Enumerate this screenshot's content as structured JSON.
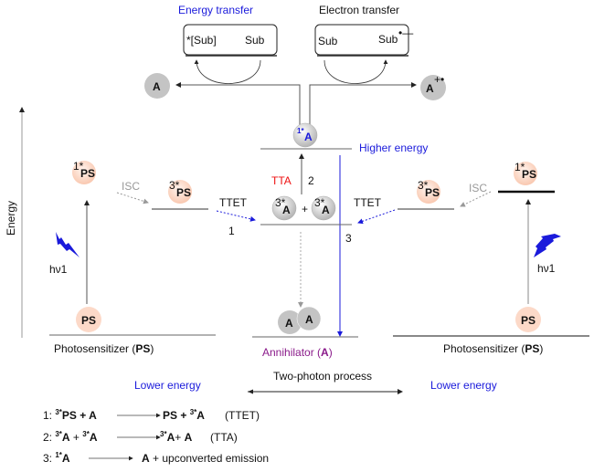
{
  "top": {
    "energy_transfer_label": "Energy transfer",
    "electron_transfer_label": "Electron transfer",
    "et_box": {
      "left": "*[Sub]",
      "right": "Sub"
    },
    "elt_box": {
      "left": "Sub",
      "right": "Sub",
      "right_sup": "•—"
    },
    "left_product": "A",
    "right_product": "A",
    "right_product_sup": "+•"
  },
  "axis": {
    "label": "Energy"
  },
  "center": {
    "singlet_a": {
      "sup": "1*",
      "base": "A"
    },
    "higher_energy": "Higher energy",
    "tta_label": "TTA",
    "step2": "2",
    "step3": "3",
    "triplet_a": {
      "sup": "3*",
      "base": "A"
    },
    "plus": "+",
    "ground_a1": "A",
    "ground_a2": "A",
    "annihilator_label": "Annihilator (",
    "annihilator_bold": "A",
    "annihilator_close": ")"
  },
  "left": {
    "singlet_ps": {
      "sup": "1*",
      "base": "PS"
    },
    "triplet_ps": {
      "sup": "3*",
      "base": "PS"
    },
    "ground_ps": "PS",
    "isc": "ISC",
    "ttet": "TTET",
    "step1": "1",
    "hv": "hν1",
    "label": "Photosensitizer (",
    "label_bold": "PS",
    "label_close": ")"
  },
  "right": {
    "singlet_ps": {
      "sup": "1*",
      "base": "PS"
    },
    "triplet_ps": {
      "sup": "3*",
      "base": "PS"
    },
    "ground_ps": "PS",
    "isc": "ISC",
    "ttet": "TTET",
    "hv": "hν1",
    "label": "Photosensitizer (",
    "label_bold": "PS",
    "label_close": ")"
  },
  "bottom": {
    "lower_energy_left": "Lower energy",
    "lower_energy_right": "Lower energy",
    "two_photon": "Two-photon process"
  },
  "equations": [
    {
      "num": "1:",
      "lhs": [
        {
          "sup": "3*",
          "t": "PS",
          "b": true
        },
        {
          "t": " + ",
          "b": true
        },
        {
          "t": "A",
          "b": true
        }
      ],
      "rhs": [
        {
          "t": "PS + ",
          "b": true
        },
        {
          "sup": "3*",
          "t": "A",
          "b": true
        }
      ],
      "note": "(TTET)"
    },
    {
      "num": "2:",
      "lhs": [
        {
          "sup": "3*",
          "t": "A",
          "b": true
        },
        {
          "t": " + ",
          "b": false
        },
        {
          "sup": "3*",
          "t": "A",
          "b": true
        }
      ],
      "rhs": [
        {
          "sup": "3*",
          "t": "A",
          "b": true
        },
        {
          "t": "+ ",
          "b": false
        },
        {
          "t": "A",
          "b": true
        }
      ],
      "note": "(TTA)"
    },
    {
      "num": "3:",
      "lhs": [
        {
          "sup": "1*",
          "t": "A",
          "b": true
        }
      ],
      "rhs": [
        {
          "t": "A",
          "b": true
        },
        {
          "t": " + upconverted emission",
          "b": false
        }
      ],
      "note": ""
    }
  ],
  "colors": {
    "ps_fill": "#fcd9c8",
    "a_fill": "#c8c8c8",
    "blue": "#1a1adb",
    "red": "#ee1111",
    "purple": "#8a1a8a"
  }
}
